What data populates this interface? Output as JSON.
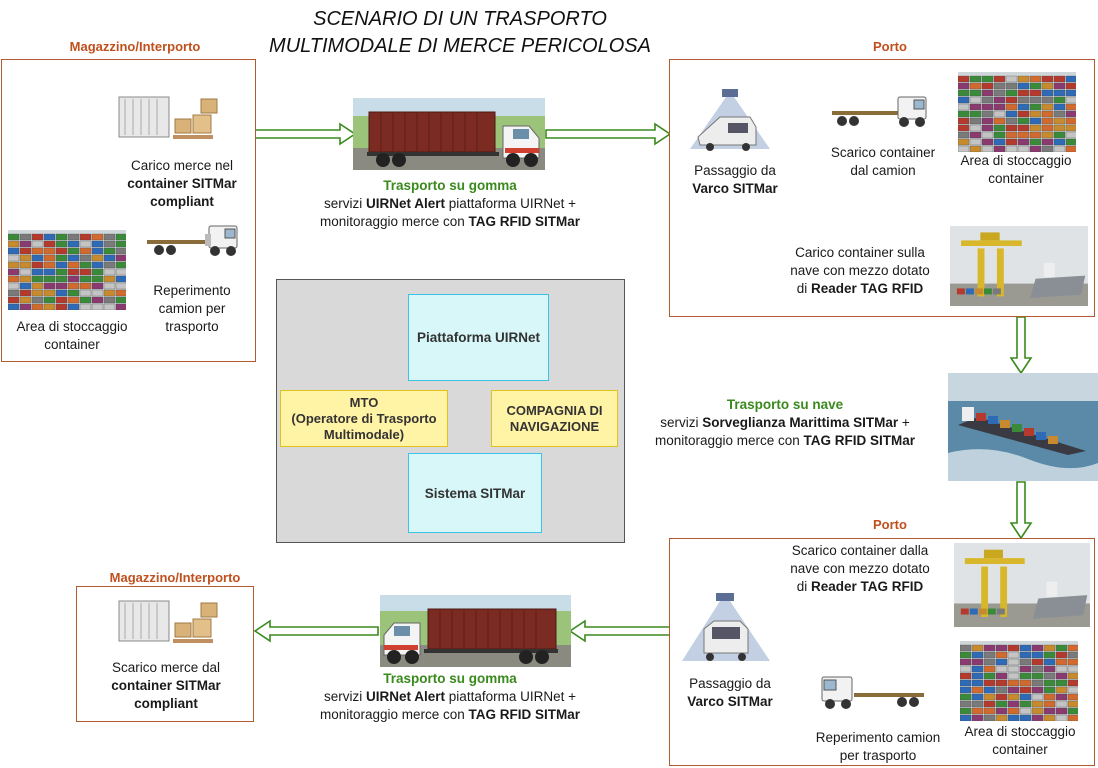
{
  "title": {
    "line1": "SCENARIO DI UN TRASPORTO",
    "line2": "MULTIMODALE DI MERCE PERICOLOSA"
  },
  "colors": {
    "panel_border": "#b35a2e",
    "section_label": "#c0501d",
    "transport_label": "#3a8a1d",
    "arrow": "#3a8a1d",
    "cyan_box": "#d7f7f8",
    "cyan_border": "#3fc2ea",
    "yellow_box": "#fff3a6",
    "yellow_border": "#e2c11d",
    "center_bg": "#d9d9d9"
  },
  "warehouse_top": {
    "label": "Magazzino/Interporto",
    "load_caption": {
      "l1": "Carico merce nel",
      "l2": "container SITMar",
      "l3": "compliant"
    },
    "storage_caption": {
      "l1": "Area di stoccaggio",
      "l2": "container"
    },
    "truck_caption": {
      "l1": "Reperimento",
      "l2": "camion per",
      "l3": "trasporto"
    }
  },
  "road_top": {
    "title": "Trasporto su gomma",
    "l1_pre": "servizi ",
    "l1_bold": "UIRNet Alert",
    "l1_post": " piattaforma UIRNet +",
    "l2_pre": "monitoraggio merce con ",
    "l2_bold": "TAG RFID SITMar"
  },
  "port_top": {
    "label": "Porto",
    "gate_caption": {
      "l1": "Passaggio da",
      "l2": "Varco SITMar"
    },
    "unload_caption": {
      "l1": "Scarico container",
      "l2": "dal camion"
    },
    "storage_caption": {
      "l1": "Area di stoccaggio",
      "l2": "container"
    },
    "crane_caption": {
      "l1": "Carico container sulla",
      "l2": "nave con mezzo dotato",
      "l3_pre": "di ",
      "l3_bold": "Reader TAG RFID"
    }
  },
  "center": {
    "uirnet": "Piattaforma UIRNet",
    "mto": {
      "l1": "MTO",
      "l2": "(Operatore di Trasporto",
      "l3": "Multimodale)"
    },
    "compagnia": {
      "l1": "COMPAGNIA DI",
      "l2": "NAVIGAZIONE"
    },
    "sitmar": "Sistema SITMar"
  },
  "ship": {
    "title": "Trasporto su nave",
    "l1_pre": "servizi ",
    "l1_bold": "Sorveglianza Marittima SITMar",
    "l1_post": " +",
    "l2_pre": "monitoraggio merce con ",
    "l2_bold": "TAG RFID SITMar"
  },
  "port_bottom": {
    "label": "Porto",
    "crane_caption": {
      "l1": "Scarico container dalla",
      "l2": "nave con mezzo dotato",
      "l3_pre": "di ",
      "l3_bold": "Reader TAG RFID"
    },
    "gate_caption": {
      "l1": "Passaggio da",
      "l2": "Varco SITMar"
    },
    "truck_caption": {
      "l1": "Reperimento camion",
      "l2": "per trasporto"
    },
    "storage_caption": {
      "l1": "Area di stoccaggio",
      "l2": "container"
    }
  },
  "road_bottom": {
    "title": "Trasporto su gomma",
    "l1_pre": "servizi ",
    "l1_bold": "UIRNet Alert",
    "l1_post": " piattaforma UIRNet +",
    "l2_pre": "monitoraggio merce con ",
    "l2_bold": "TAG RFID SITMar"
  },
  "warehouse_bottom": {
    "label": "Magazzino/Interporto",
    "unload_caption": {
      "l1": "Scarico merce dal",
      "l2": "container SITMar",
      "l3": "compliant"
    }
  },
  "icons": [
    "warehouse-container-icon",
    "truck-tractor-icon",
    "container-stack-photo",
    "gate-scanner-icon",
    "port-crane-photo",
    "container-ship-photo",
    "container-truck-photo",
    "flow-arrow-icon"
  ]
}
